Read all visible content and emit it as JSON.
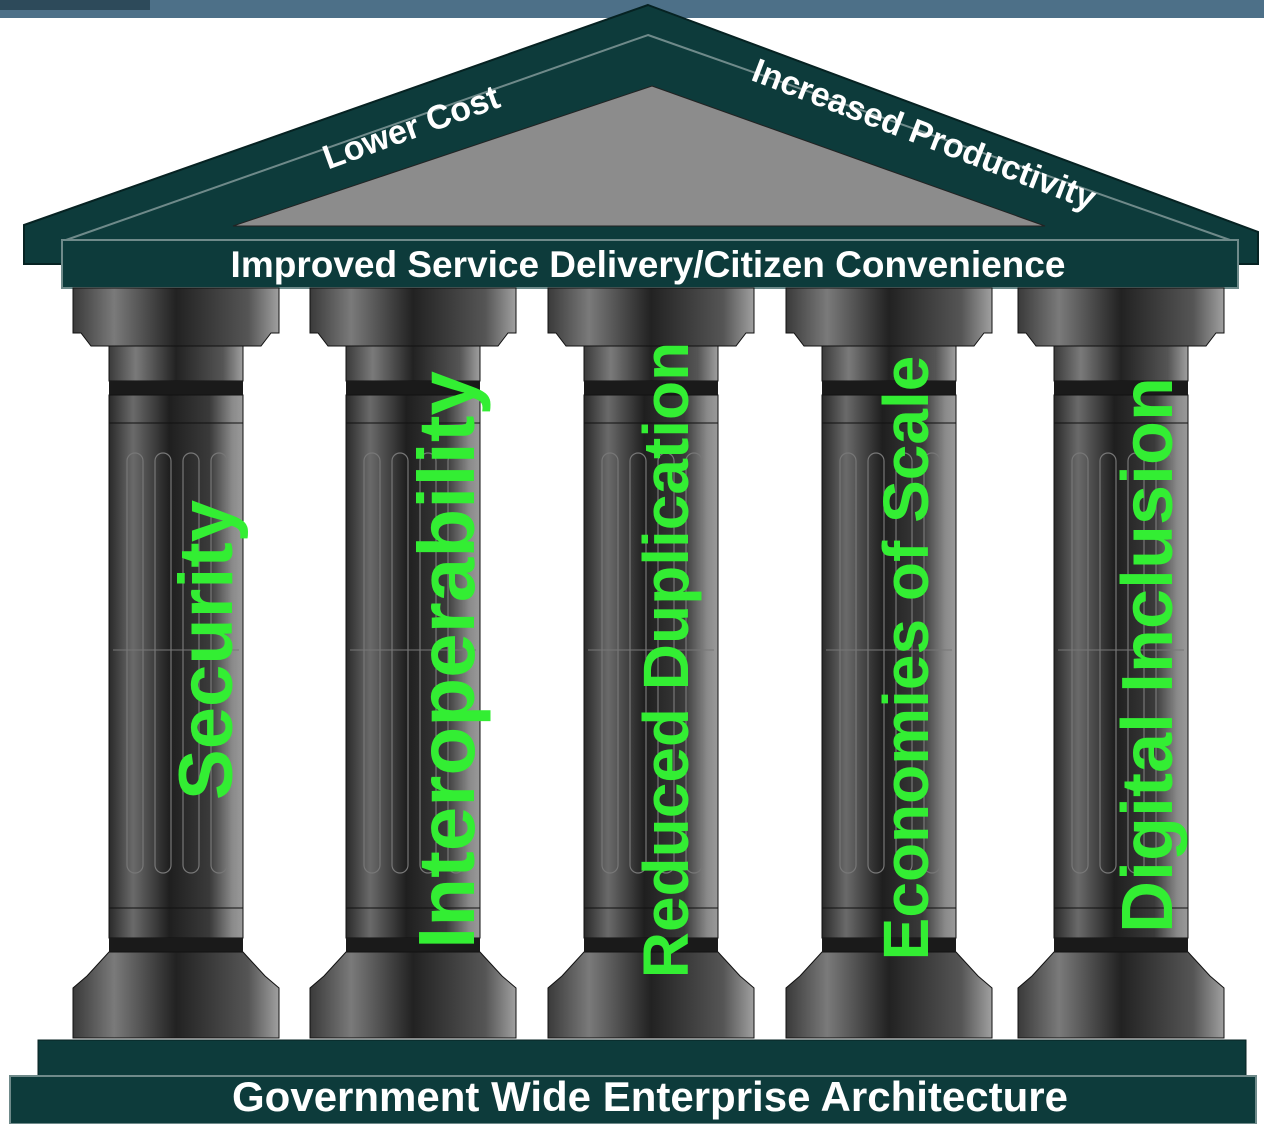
{
  "roof": {
    "left_label": "Lower Cost",
    "right_label": "Increased Productivity",
    "beam_label": "Improved  Service Delivery/Citizen Convenience"
  },
  "pillars": [
    {
      "label": "Security"
    },
    {
      "label": "Interoperability"
    },
    {
      "label": "Reduced Duplication"
    },
    {
      "label": "Economies of Scale"
    },
    {
      "label": "Digital Inclusion"
    }
  ],
  "foundation": {
    "label": "Government Wide Enterprise Architecture"
  },
  "colors": {
    "structure": "#0d3b3b",
    "pediment": "#8c8c8c",
    "pillar_text": "#33ee33",
    "header_bar": "#4d7088"
  }
}
